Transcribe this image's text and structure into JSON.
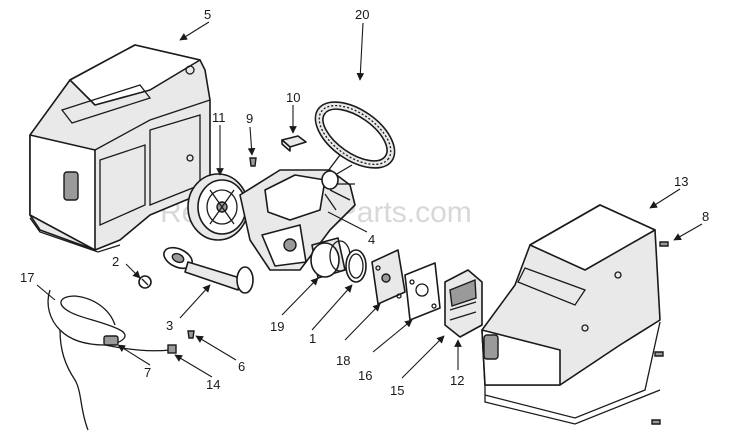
{
  "watermark": "ReplacementParts.com",
  "callouts": {
    "c1": "1",
    "c2": "2",
    "c3": "3",
    "c4": "4",
    "c5": "5",
    "c6": "6",
    "c7": "7",
    "c8": "8",
    "c9": "9",
    "c10": "10",
    "c11": "11",
    "c12": "12",
    "c13": "13",
    "c14": "14",
    "c15": "15",
    "c16": "16",
    "c17": "17",
    "c18": "18",
    "c19": "19",
    "c20": "20"
  }
}
